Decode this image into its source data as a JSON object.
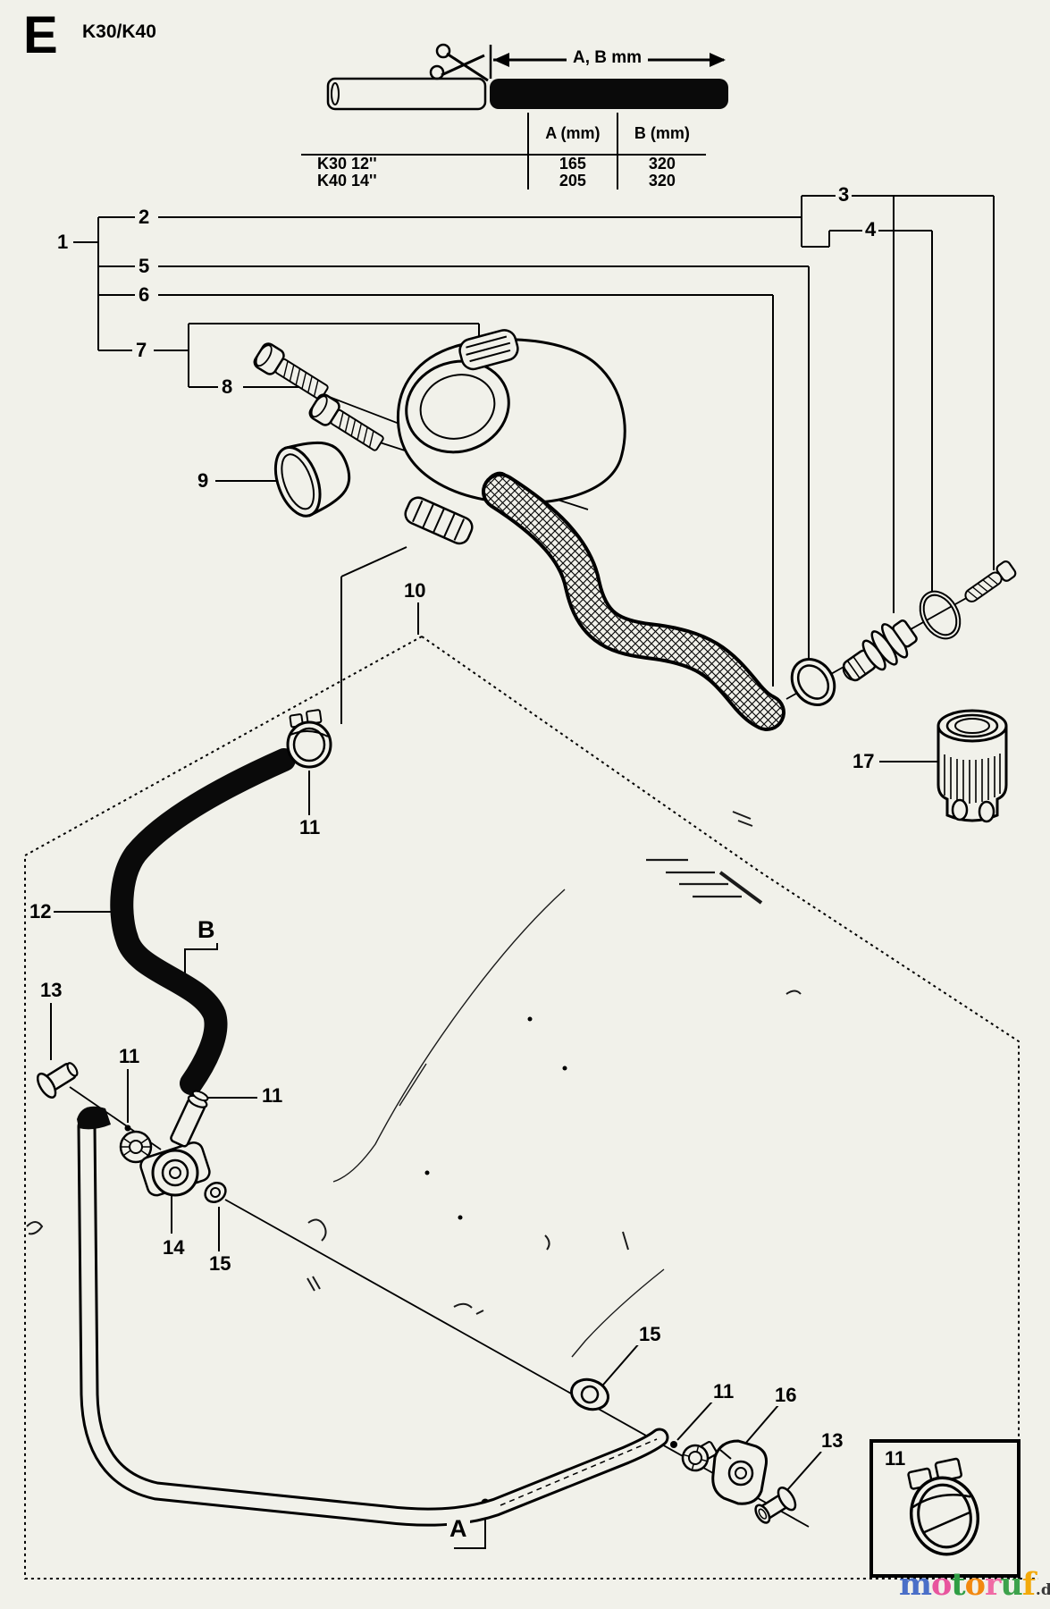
{
  "header": {
    "section_letter": "E",
    "model_title": "K30/K40"
  },
  "cut_guide": {
    "dimension_label": "A, B mm"
  },
  "spec_table": {
    "col_model": "",
    "col_a": "A (mm)",
    "col_b": "B (mm)",
    "rows": [
      {
        "model": "K30 12''",
        "a": "165",
        "b": "320"
      },
      {
        "model": "K40 14''",
        "a": "205",
        "b": "320"
      }
    ]
  },
  "callouts": {
    "n1": "1",
    "n2": "2",
    "n3": "3",
    "n4": "4",
    "n5": "5",
    "n6": "6",
    "n7": "7",
    "n8": "8",
    "n9": "9",
    "n10": "10",
    "n11": "11",
    "n12": "12",
    "n13": "13",
    "n14": "14",
    "n15": "15",
    "n16": "16",
    "n17": "17"
  },
  "ref_points": {
    "a": "A",
    "b": "B"
  },
  "inset": {
    "label": "11"
  },
  "watermark": {
    "letters": [
      {
        "ch": "m",
        "color": "#4a6fc8"
      },
      {
        "ch": "o",
        "color": "#e8559e"
      },
      {
        "ch": "t",
        "color": "#2f9e44"
      },
      {
        "ch": "o",
        "color": "#f2880f"
      },
      {
        "ch": "r",
        "color": "#f06ba5"
      },
      {
        "ch": "u",
        "color": "#3da24c"
      },
      {
        "ch": "f",
        "color": "#f3a90a"
      }
    ],
    "tld": ".de"
  }
}
